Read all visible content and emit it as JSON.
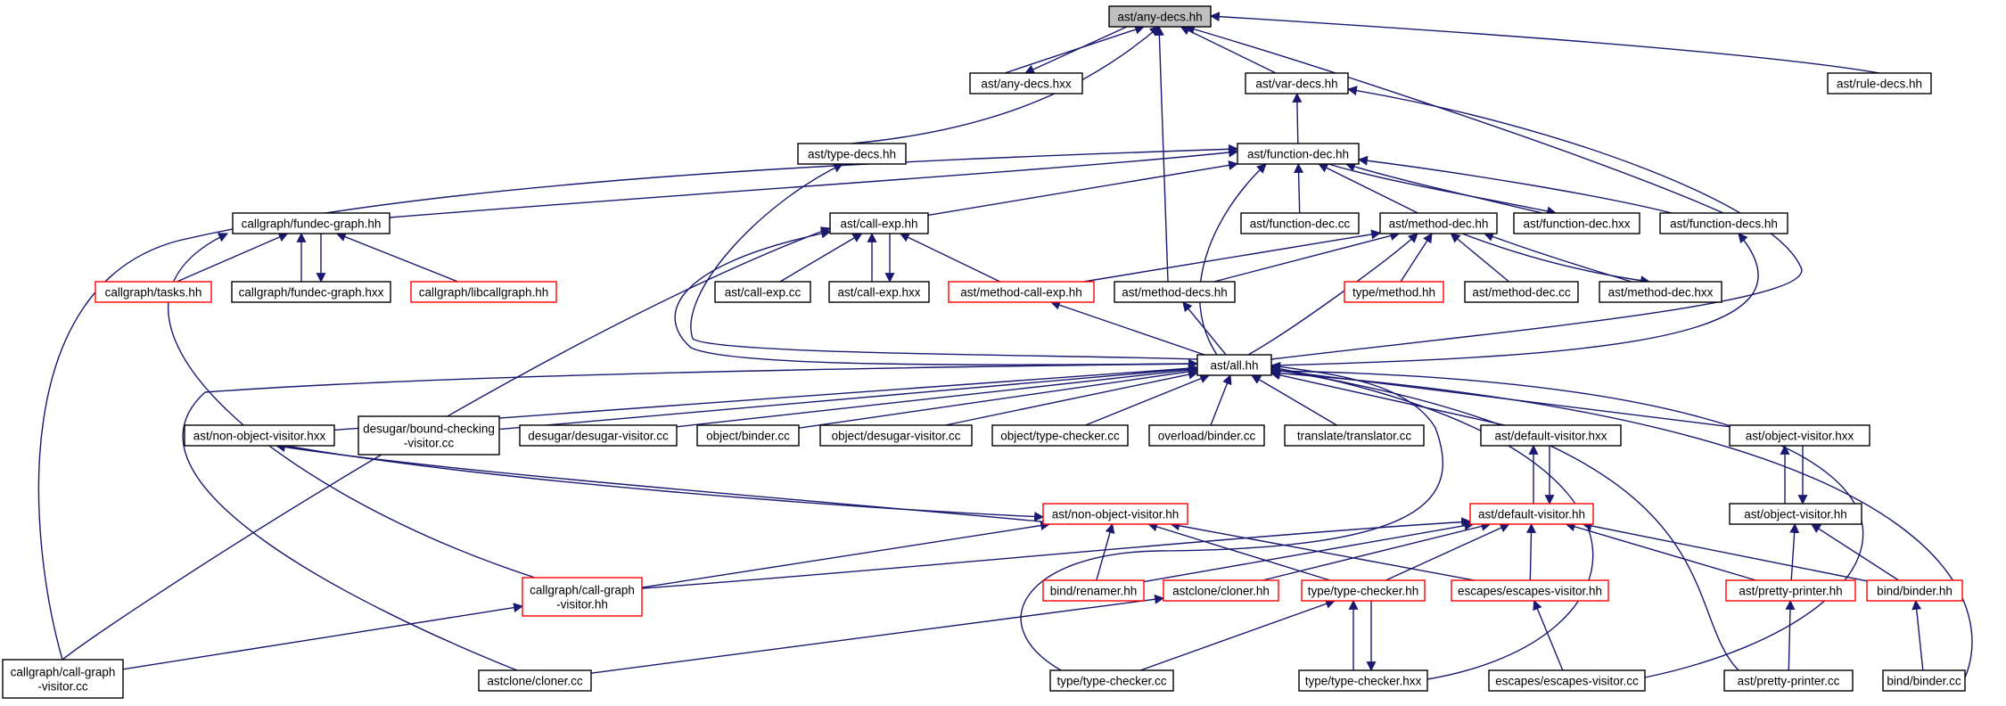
{
  "colors": {
    "edge": "#191970",
    "focus_fill": "#bfbfbf",
    "truncated_border": "#ff0000",
    "node_border": "#000000"
  },
  "nodes": [
    {
      "id": "any_decs_hh",
      "lines": [
        "ast/any-decs.hh"
      ],
      "style": "focus"
    },
    {
      "id": "any_decs_hxx",
      "lines": [
        "ast/any-decs.hxx"
      ],
      "style": "normal"
    },
    {
      "id": "var_decs_hh",
      "lines": [
        "ast/var-decs.hh"
      ],
      "style": "normal"
    },
    {
      "id": "rule_decs_hh",
      "lines": [
        "ast/rule-decs.hh"
      ],
      "style": "normal"
    },
    {
      "id": "type_decs_hh",
      "lines": [
        "ast/type-decs.hh"
      ],
      "style": "normal"
    },
    {
      "id": "function_dec_hh",
      "lines": [
        "ast/function-dec.hh"
      ],
      "style": "normal"
    },
    {
      "id": "fundec_graph_hh",
      "lines": [
        "callgraph/fundec-graph.hh"
      ],
      "style": "normal"
    },
    {
      "id": "call_exp_hh",
      "lines": [
        "ast/call-exp.hh"
      ],
      "style": "normal"
    },
    {
      "id": "function_dec_cc",
      "lines": [
        "ast/function-dec.cc"
      ],
      "style": "normal"
    },
    {
      "id": "method_dec_hh",
      "lines": [
        "ast/method-dec.hh"
      ],
      "style": "normal"
    },
    {
      "id": "function_dec_hxx",
      "lines": [
        "ast/function-dec.hxx"
      ],
      "style": "normal"
    },
    {
      "id": "function_decs_hh",
      "lines": [
        "ast/function-decs.hh"
      ],
      "style": "normal"
    },
    {
      "id": "tasks_hh",
      "lines": [
        "callgraph/tasks.hh"
      ],
      "style": "red"
    },
    {
      "id": "fundec_graph_hxx",
      "lines": [
        "callgraph/fundec-graph.hxx"
      ],
      "style": "normal"
    },
    {
      "id": "libcallgraph_hh",
      "lines": [
        "callgraph/libcallgraph.hh"
      ],
      "style": "red"
    },
    {
      "id": "call_exp_cc",
      "lines": [
        "ast/call-exp.cc"
      ],
      "style": "normal"
    },
    {
      "id": "call_exp_hxx",
      "lines": [
        "ast/call-exp.hxx"
      ],
      "style": "normal"
    },
    {
      "id": "method_call_exp_hh",
      "lines": [
        "ast/method-call-exp.hh"
      ],
      "style": "red"
    },
    {
      "id": "method_decs_hh",
      "lines": [
        "ast/method-decs.hh"
      ],
      "style": "normal"
    },
    {
      "id": "type_method_hh",
      "lines": [
        "type/method.hh"
      ],
      "style": "red"
    },
    {
      "id": "method_dec_cc",
      "lines": [
        "ast/method-dec.cc"
      ],
      "style": "normal"
    },
    {
      "id": "method_dec_hxx",
      "lines": [
        "ast/method-dec.hxx"
      ],
      "style": "normal"
    },
    {
      "id": "all_hh",
      "lines": [
        "ast/all.hh"
      ],
      "style": "normal"
    },
    {
      "id": "non_object_visitor_hxx",
      "lines": [
        "ast/non-object-visitor.hxx"
      ],
      "style": "normal"
    },
    {
      "id": "bound_checking_cc",
      "lines": [
        "desugar/bound-checking",
        "-visitor.cc"
      ],
      "style": "normal"
    },
    {
      "id": "desugar_visitor_cc",
      "lines": [
        "desugar/desugar-visitor.cc"
      ],
      "style": "normal"
    },
    {
      "id": "object_binder_cc",
      "lines": [
        "object/binder.cc"
      ],
      "style": "normal"
    },
    {
      "id": "object_desugar_cc",
      "lines": [
        "object/desugar-visitor.cc"
      ],
      "style": "normal"
    },
    {
      "id": "object_type_checker_cc",
      "lines": [
        "object/type-checker.cc"
      ],
      "style": "normal"
    },
    {
      "id": "overload_binder_cc",
      "lines": [
        "overload/binder.cc"
      ],
      "style": "normal"
    },
    {
      "id": "translator_cc",
      "lines": [
        "translate/translator.cc"
      ],
      "style": "normal"
    },
    {
      "id": "default_visitor_hxx",
      "lines": [
        "ast/default-visitor.hxx"
      ],
      "style": "normal"
    },
    {
      "id": "object_visitor_hxx",
      "lines": [
        "ast/object-visitor.hxx"
      ],
      "style": "normal"
    },
    {
      "id": "non_object_visitor_hh",
      "lines": [
        "ast/non-object-visitor.hh"
      ],
      "style": "red"
    },
    {
      "id": "default_visitor_hh",
      "lines": [
        "ast/default-visitor.hh"
      ],
      "style": "red"
    },
    {
      "id": "object_visitor_hh",
      "lines": [
        "ast/object-visitor.hh"
      ],
      "style": "normal"
    },
    {
      "id": "call_graph_visitor_hh",
      "lines": [
        "callgraph/call-graph",
        "-visitor.hh"
      ],
      "style": "red"
    },
    {
      "id": "renamer_hh",
      "lines": [
        "bind/renamer.hh"
      ],
      "style": "red"
    },
    {
      "id": "cloner_hh",
      "lines": [
        "astclone/cloner.hh"
      ],
      "style": "red"
    },
    {
      "id": "type_checker_hh",
      "lines": [
        "type/type-checker.hh"
      ],
      "style": "red"
    },
    {
      "id": "escapes_visitor_hh",
      "lines": [
        "escapes/escapes-visitor.hh"
      ],
      "style": "red"
    },
    {
      "id": "pretty_printer_hh",
      "lines": [
        "ast/pretty-printer.hh"
      ],
      "style": "red"
    },
    {
      "id": "binder_hh",
      "lines": [
        "bind/binder.hh"
      ],
      "style": "red"
    },
    {
      "id": "call_graph_visitor_cc",
      "lines": [
        "callgraph/call-graph",
        "-visitor.cc"
      ],
      "style": "normal"
    },
    {
      "id": "cloner_cc",
      "lines": [
        "astclone/cloner.cc"
      ],
      "style": "normal"
    },
    {
      "id": "type_checker_cc",
      "lines": [
        "type/type-checker.cc"
      ],
      "style": "normal"
    },
    {
      "id": "type_checker_hxx",
      "lines": [
        "type/type-checker.hxx"
      ],
      "style": "normal"
    },
    {
      "id": "escapes_visitor_cc",
      "lines": [
        "escapes/escapes-visitor.cc"
      ],
      "style": "normal"
    },
    {
      "id": "pretty_printer_cc",
      "lines": [
        "ast/pretty-printer.cc"
      ],
      "style": "normal"
    },
    {
      "id": "bind_binder_cc",
      "lines": [
        "bind/binder.cc"
      ],
      "style": "normal"
    }
  ],
  "edges": [
    {
      "from": "any_decs_hxx",
      "to": "any_decs_hh"
    },
    {
      "from": "any_decs_hh",
      "to": "any_decs_hxx"
    },
    {
      "from": "var_decs_hh",
      "to": "any_decs_hh"
    },
    {
      "from": "rule_decs_hh",
      "to": "any_decs_hh"
    },
    {
      "from": "type_decs_hh",
      "to": "any_decs_hh"
    },
    {
      "from": "method_decs_hh",
      "to": "any_decs_hh"
    },
    {
      "from": "function_decs_hh",
      "to": "any_decs_hh"
    },
    {
      "from": "function_dec_hh",
      "to": "var_decs_hh"
    },
    {
      "from": "all_hh",
      "to": "var_decs_hh"
    },
    {
      "from": "all_hh",
      "to": "type_decs_hh"
    },
    {
      "from": "fundec_graph_hh",
      "to": "function_dec_hh"
    },
    {
      "from": "call_exp_hh",
      "to": "function_dec_hh"
    },
    {
      "from": "function_dec_cc",
      "to": "function_dec_hh"
    },
    {
      "from": "method_dec_hh",
      "to": "function_dec_hh"
    },
    {
      "from": "function_dec_hxx",
      "to": "function_dec_hh"
    },
    {
      "from": "function_dec_hh",
      "to": "function_dec_hxx"
    },
    {
      "from": "function_decs_hh",
      "to": "function_dec_hh"
    },
    {
      "from": "all_hh",
      "to": "function_dec_hh"
    },
    {
      "from": "call_graph_visitor_cc",
      "to": "function_dec_hh"
    },
    {
      "from": "tasks_hh",
      "to": "fundec_graph_hh"
    },
    {
      "from": "fundec_graph_hxx",
      "to": "fundec_graph_hh"
    },
    {
      "from": "fundec_graph_hh",
      "to": "fundec_graph_hxx"
    },
    {
      "from": "libcallgraph_hh",
      "to": "fundec_graph_hh"
    },
    {
      "from": "call_graph_visitor_hh",
      "to": "fundec_graph_hh"
    },
    {
      "from": "call_exp_cc",
      "to": "call_exp_hh"
    },
    {
      "from": "call_exp_hxx",
      "to": "call_exp_hh"
    },
    {
      "from": "call_exp_hh",
      "to": "call_exp_hxx"
    },
    {
      "from": "method_call_exp_hh",
      "to": "call_exp_hh"
    },
    {
      "from": "all_hh",
      "to": "call_exp_hh"
    },
    {
      "from": "call_graph_visitor_cc",
      "to": "call_exp_hh"
    },
    {
      "from": "method_call_exp_hh",
      "to": "method_dec_hh"
    },
    {
      "from": "method_decs_hh",
      "to": "method_dec_hh"
    },
    {
      "from": "type_method_hh",
      "to": "method_dec_hh"
    },
    {
      "from": "method_dec_cc",
      "to": "method_dec_hh"
    },
    {
      "from": "method_dec_hxx",
      "to": "method_dec_hh"
    },
    {
      "from": "method_dec_hh",
      "to": "method_dec_hxx"
    },
    {
      "from": "all_hh",
      "to": "method_dec_hh"
    },
    {
      "from": "all_hh",
      "to": "function_decs_hh"
    },
    {
      "from": "all_hh",
      "to": "method_call_exp_hh"
    },
    {
      "from": "all_hh",
      "to": "method_decs_hh"
    },
    {
      "from": "non_object_visitor_hxx",
      "to": "all_hh"
    },
    {
      "from": "bound_checking_cc",
      "to": "all_hh"
    },
    {
      "from": "desugar_visitor_cc",
      "to": "all_hh"
    },
    {
      "from": "object_binder_cc",
      "to": "all_hh"
    },
    {
      "from": "object_desugar_cc",
      "to": "all_hh"
    },
    {
      "from": "object_type_checker_cc",
      "to": "all_hh"
    },
    {
      "from": "overload_binder_cc",
      "to": "all_hh"
    },
    {
      "from": "translator_cc",
      "to": "all_hh"
    },
    {
      "from": "default_visitor_hxx",
      "to": "all_hh"
    },
    {
      "from": "object_visitor_hxx",
      "to": "all_hh"
    },
    {
      "from": "cloner_cc",
      "to": "all_hh"
    },
    {
      "from": "type_checker_cc",
      "to": "all_hh"
    },
    {
      "from": "type_checker_hxx",
      "to": "all_hh"
    },
    {
      "from": "pretty_printer_cc",
      "to": "all_hh"
    },
    {
      "from": "escapes_visitor_cc",
      "to": "all_hh"
    },
    {
      "from": "bind_binder_cc",
      "to": "all_hh"
    },
    {
      "from": "non_object_visitor_hh",
      "to": "non_object_visitor_hxx"
    },
    {
      "from": "non_object_visitor_hxx",
      "to": "non_object_visitor_hh"
    },
    {
      "from": "default_visitor_hh",
      "to": "default_visitor_hxx"
    },
    {
      "from": "default_visitor_hxx",
      "to": "default_visitor_hh"
    },
    {
      "from": "object_visitor_hh",
      "to": "object_visitor_hxx"
    },
    {
      "from": "object_visitor_hxx",
      "to": "object_visitor_hh"
    },
    {
      "from": "call_graph_visitor_hh",
      "to": "non_object_visitor_hh"
    },
    {
      "from": "renamer_hh",
      "to": "non_object_visitor_hh"
    },
    {
      "from": "type_checker_hh",
      "to": "non_object_visitor_hh"
    },
    {
      "from": "escapes_visitor_hh",
      "to": "non_object_visitor_hh"
    },
    {
      "from": "call_graph_visitor_hh",
      "to": "default_visitor_hh"
    },
    {
      "from": "renamer_hh",
      "to": "default_visitor_hh"
    },
    {
      "from": "cloner_hh",
      "to": "default_visitor_hh"
    },
    {
      "from": "type_checker_hh",
      "to": "default_visitor_hh"
    },
    {
      "from": "escapes_visitor_hh",
      "to": "default_visitor_hh"
    },
    {
      "from": "pretty_printer_hh",
      "to": "default_visitor_hh"
    },
    {
      "from": "binder_hh",
      "to": "default_visitor_hh"
    },
    {
      "from": "pretty_printer_hh",
      "to": "object_visitor_hh"
    },
    {
      "from": "binder_hh",
      "to": "object_visitor_hh"
    },
    {
      "from": "call_graph_visitor_cc",
      "to": "call_graph_visitor_hh"
    },
    {
      "from": "cloner_cc",
      "to": "cloner_hh"
    },
    {
      "from": "type_checker_cc",
      "to": "type_checker_hh"
    },
    {
      "from": "type_checker_hxx",
      "to": "type_checker_hh"
    },
    {
      "from": "type_checker_hh",
      "to": "type_checker_hxx"
    },
    {
      "from": "escapes_visitor_cc",
      "to": "escapes_visitor_hh"
    },
    {
      "from": "pretty_printer_cc",
      "to": "pretty_printer_hh"
    },
    {
      "from": "bind_binder_cc",
      "to": "binder_hh"
    }
  ]
}
